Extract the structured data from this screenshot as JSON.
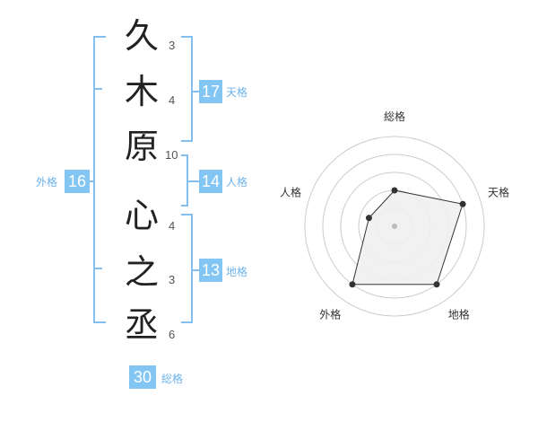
{
  "name": {
    "characters": [
      {
        "char": "久",
        "strokes": "3"
      },
      {
        "char": "木",
        "strokes": "4"
      },
      {
        "char": "原",
        "strokes": "10"
      },
      {
        "char": "心",
        "strokes": "4"
      },
      {
        "char": "之",
        "strokes": "3"
      },
      {
        "char": "丞",
        "strokes": "6"
      }
    ]
  },
  "kakusu": {
    "tenkaku": {
      "value": "17",
      "label": "天格"
    },
    "jinkaku": {
      "value": "14",
      "label": "人格"
    },
    "chikaku": {
      "value": "13",
      "label": "地格"
    },
    "gaikaku": {
      "value": "16",
      "label": "外格"
    },
    "soukaku": {
      "value": "30",
      "label": "総格"
    }
  },
  "radar": {
    "axes": [
      "総格",
      "天格",
      "地格",
      "外格",
      "人格"
    ],
    "values": [
      0.4,
      0.8,
      0.8,
      0.8,
      0.3
    ],
    "rings": 5,
    "colors": {
      "fill": "#efefef",
      "stroke": "#333333",
      "grid": "#cccccc",
      "point": "#333333",
      "center": "#bbbbbb"
    }
  },
  "colors": {
    "accent": "#83c6f4",
    "bracket": "#83bff1",
    "label": "#6fb4ec"
  }
}
